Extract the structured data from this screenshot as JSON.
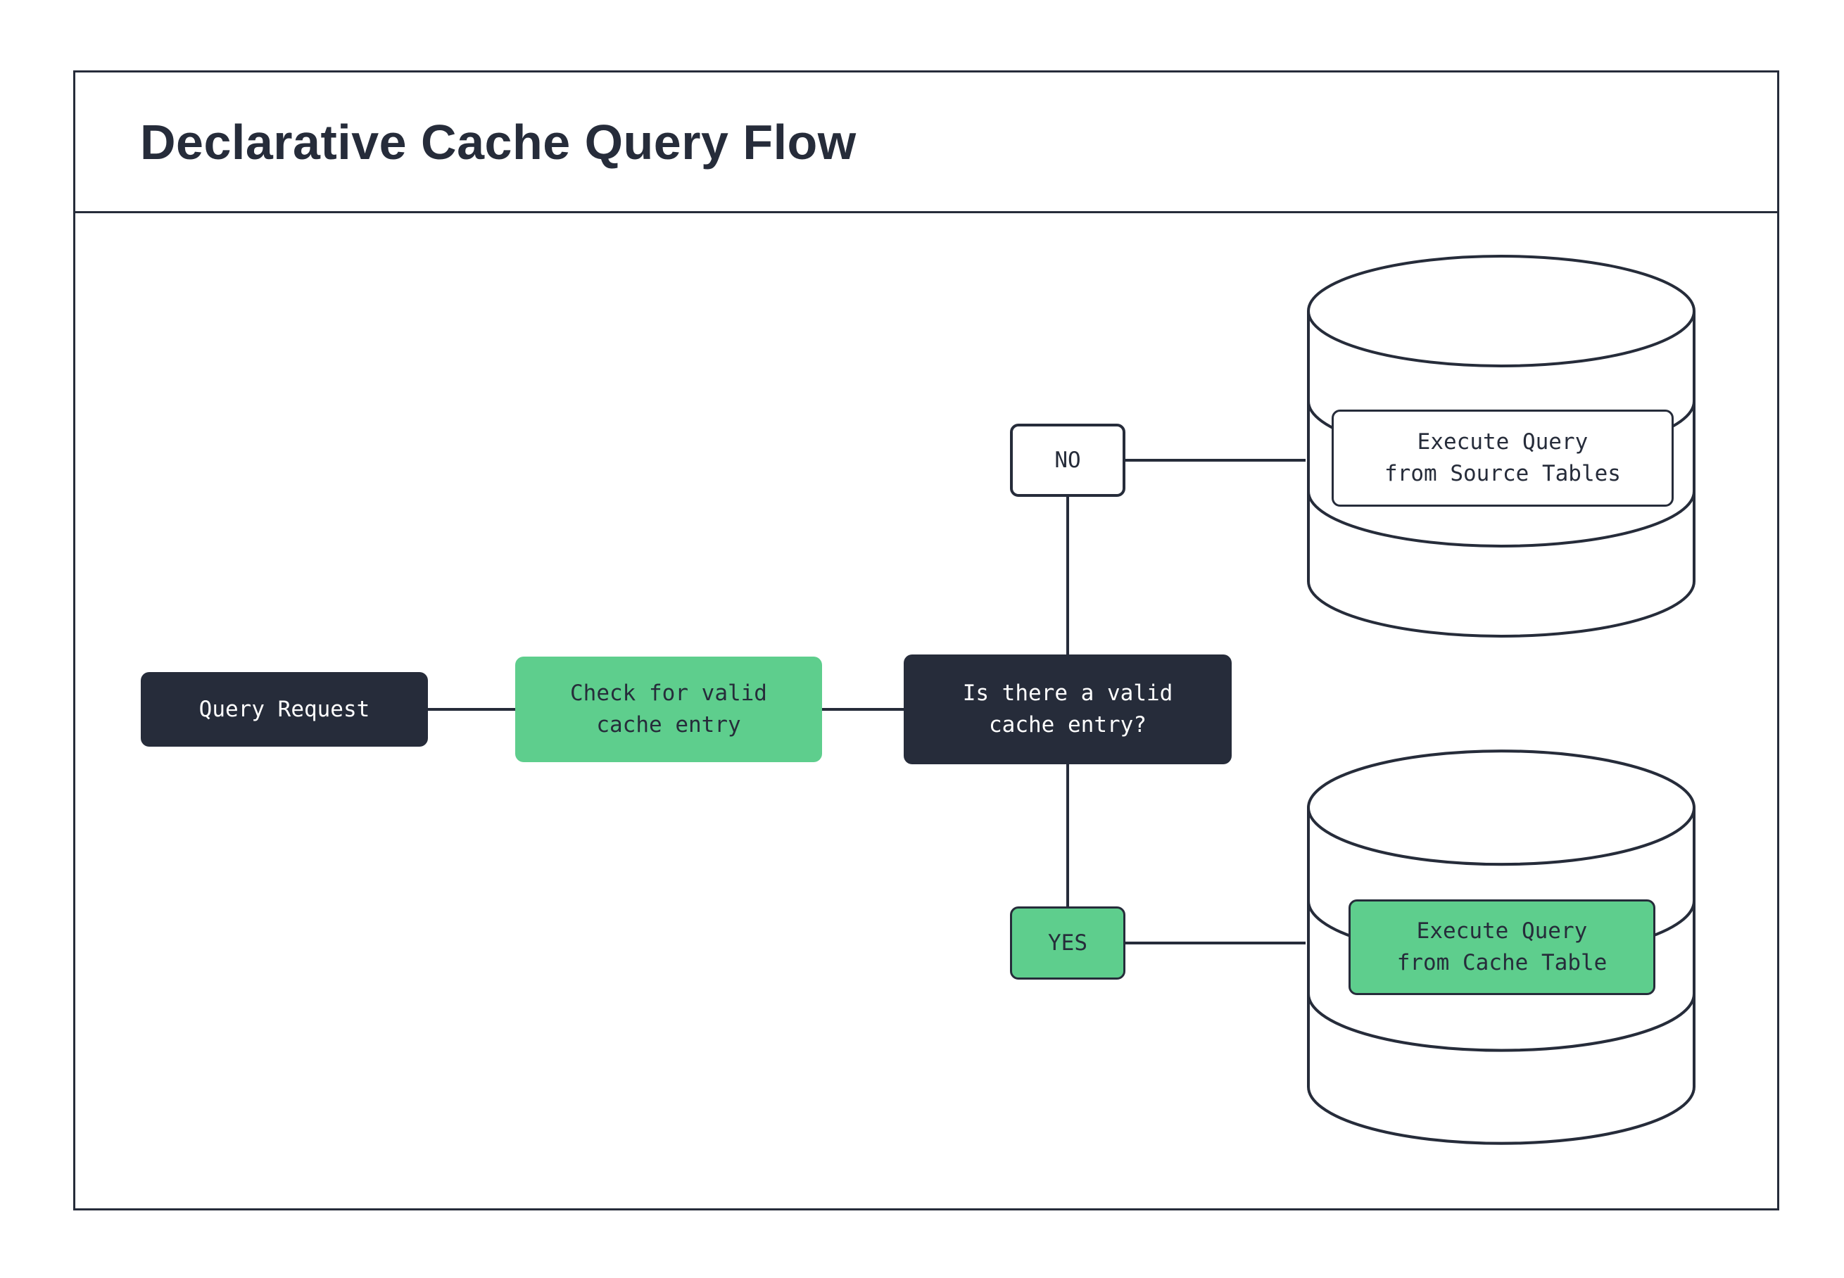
{
  "diagram": {
    "title": "Declarative Cache Query Flow",
    "nodes": {
      "query_request": "Query Request",
      "check_cache": "Check for valid\ncache entry",
      "decision": "Is there a valid\ncache entry?",
      "branch_no": "NO",
      "branch_yes": "YES",
      "execute_source": "Execute Query\nfrom Source Tables",
      "execute_cache": "Execute Query\nfrom Cache Table"
    },
    "colors": {
      "dark": "#262C3A",
      "green": "#5ECE8D",
      "background": "#FFFFFF"
    }
  }
}
